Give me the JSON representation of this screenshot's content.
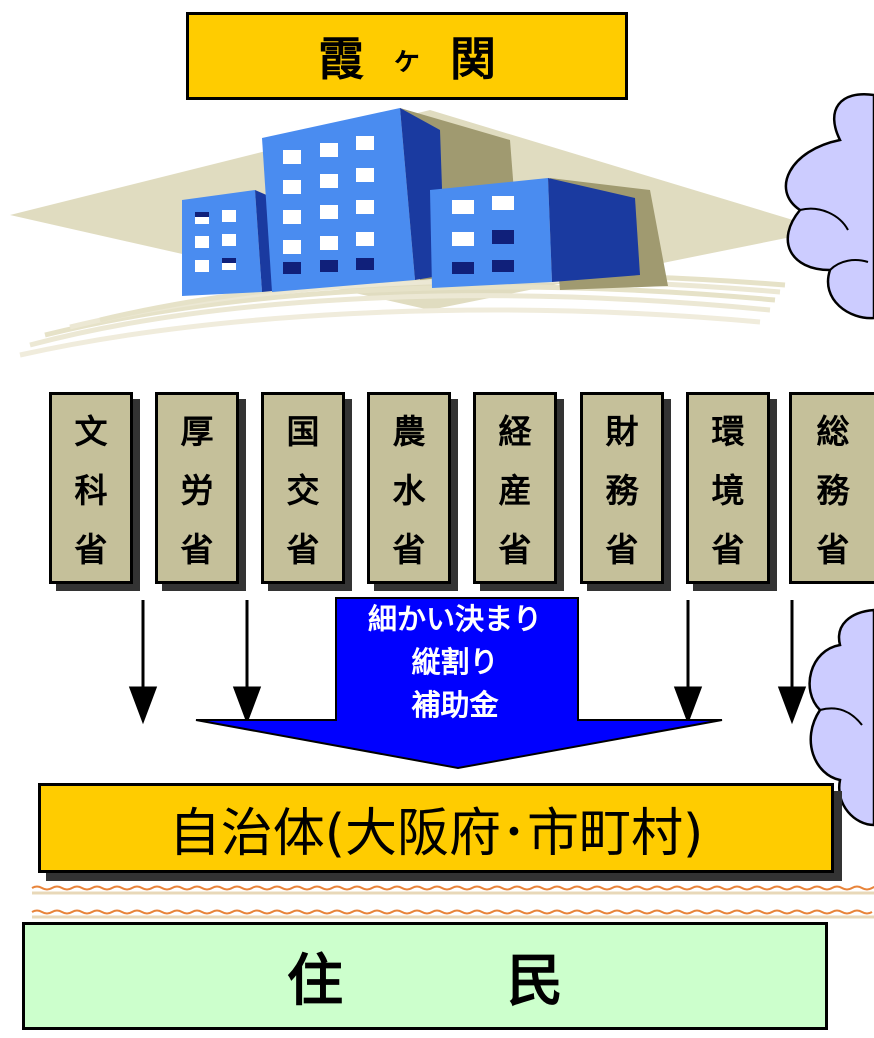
{
  "title_chars": [
    "霞",
    "ヶ",
    "関"
  ],
  "ministries": [
    [
      "文",
      "科",
      "省"
    ],
    [
      "厚",
      "労",
      "省"
    ],
    [
      "国",
      "交",
      "省"
    ],
    [
      "農",
      "水",
      "省"
    ],
    [
      "経",
      "産",
      "省"
    ],
    [
      "財",
      "務",
      "省"
    ],
    [
      "環",
      "境",
      "省"
    ],
    [
      "総",
      "務",
      "省"
    ]
  ],
  "arrow_text": [
    "細かい決まり",
    "縦割り",
    "補助金"
  ],
  "jichitai": "自治体(大阪府･市町村)",
  "jumin_chars": [
    "住",
    "民"
  ],
  "colors": {
    "yellow_box": "#ffcc00",
    "ministry_box": "#c5c09a",
    "arrow_blue": "#0000ff",
    "jumin_box": "#ccffcc",
    "cloud": "#ccccff"
  },
  "icons": {
    "buildings": "office-buildings-icon"
  }
}
